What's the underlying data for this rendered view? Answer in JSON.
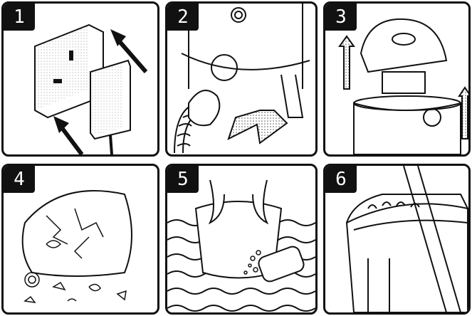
{
  "steps": [
    {
      "number": "1",
      "illustration": "unplug-from-socket"
    },
    {
      "number": "2",
      "illustration": "remove-hose"
    },
    {
      "number": "3",
      "illustration": "lift-motor-head"
    },
    {
      "number": "4",
      "illustration": "empty-container"
    },
    {
      "number": "5",
      "illustration": "wash-filter"
    },
    {
      "number": "6",
      "illustration": "reassemble"
    }
  ],
  "colors": {
    "ink": "#111111",
    "paper": "#ffffff",
    "stipple": "#9a9a9a"
  }
}
